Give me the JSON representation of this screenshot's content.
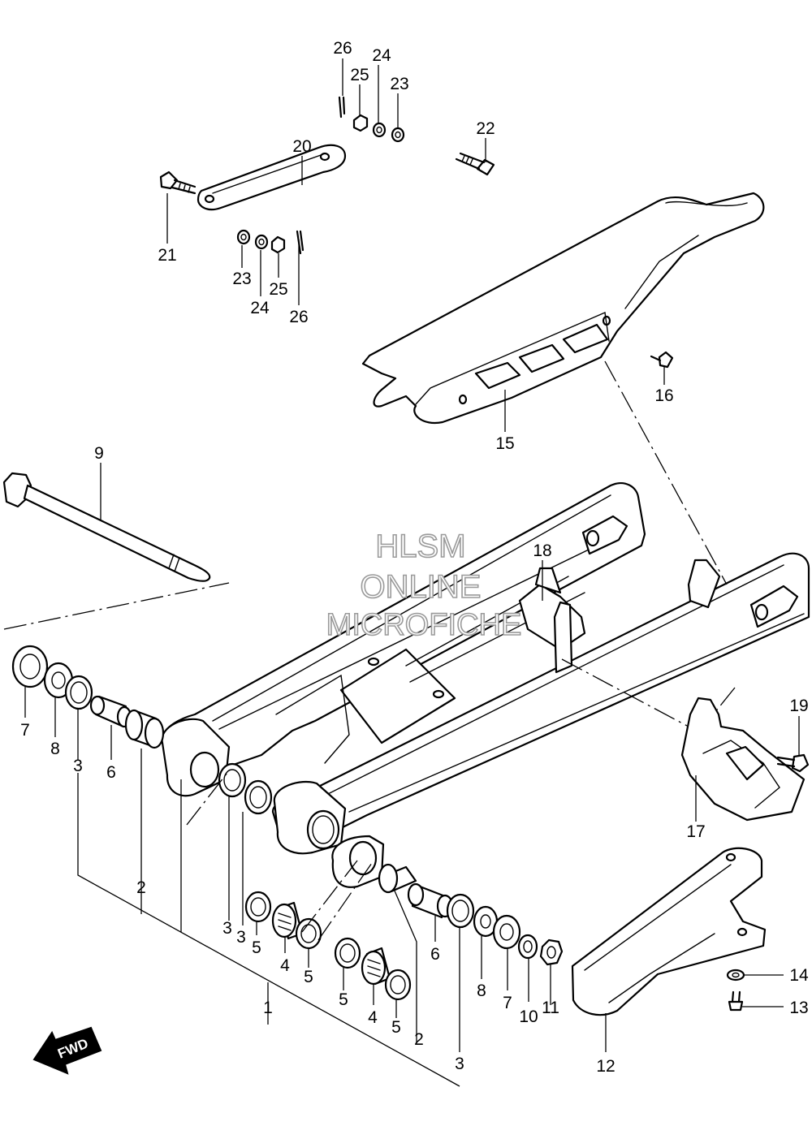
{
  "watermark": {
    "line1": "HLSM",
    "line2": "ONLINE",
    "line3": "MICROFICHE"
  },
  "direction_badge": "FWD",
  "callouts": [
    {
      "id": "c26a",
      "label": "26"
    },
    {
      "id": "c24a",
      "label": "24"
    },
    {
      "id": "c25a",
      "label": "25"
    },
    {
      "id": "c23a",
      "label": "23"
    },
    {
      "id": "c22",
      "label": "22"
    },
    {
      "id": "c20",
      "label": "20"
    },
    {
      "id": "c21",
      "label": "21"
    },
    {
      "id": "c23b",
      "label": "23"
    },
    {
      "id": "c25b",
      "label": "25"
    },
    {
      "id": "c24b",
      "label": "24"
    },
    {
      "id": "c26b",
      "label": "26"
    },
    {
      "id": "c16",
      "label": "16"
    },
    {
      "id": "c15",
      "label": "15"
    },
    {
      "id": "c9",
      "label": "9"
    },
    {
      "id": "c18",
      "label": "18"
    },
    {
      "id": "c19",
      "label": "19"
    },
    {
      "id": "c17",
      "label": "17"
    },
    {
      "id": "c7a",
      "label": "7"
    },
    {
      "id": "c8a",
      "label": "8"
    },
    {
      "id": "c3a",
      "label": "3"
    },
    {
      "id": "c6a",
      "label": "6"
    },
    {
      "id": "c2a",
      "label": "2"
    },
    {
      "id": "c3b",
      "label": "3"
    },
    {
      "id": "c3c",
      "label": "3"
    },
    {
      "id": "c5a",
      "label": "5"
    },
    {
      "id": "c4a",
      "label": "4"
    },
    {
      "id": "c5b",
      "label": "5"
    },
    {
      "id": "c1",
      "label": "1"
    },
    {
      "id": "c5c",
      "label": "5"
    },
    {
      "id": "c4b",
      "label": "4"
    },
    {
      "id": "c5d",
      "label": "5"
    },
    {
      "id": "c2b",
      "label": "2"
    },
    {
      "id": "c3d",
      "label": "3"
    },
    {
      "id": "c6b",
      "label": "6"
    },
    {
      "id": "c8b",
      "label": "8"
    },
    {
      "id": "c7b",
      "label": "7"
    },
    {
      "id": "c10",
      "label": "10"
    },
    {
      "id": "c11",
      "label": "11"
    },
    {
      "id": "c12",
      "label": "12"
    },
    {
      "id": "c14",
      "label": "14"
    },
    {
      "id": "c13",
      "label": "13"
    }
  ]
}
